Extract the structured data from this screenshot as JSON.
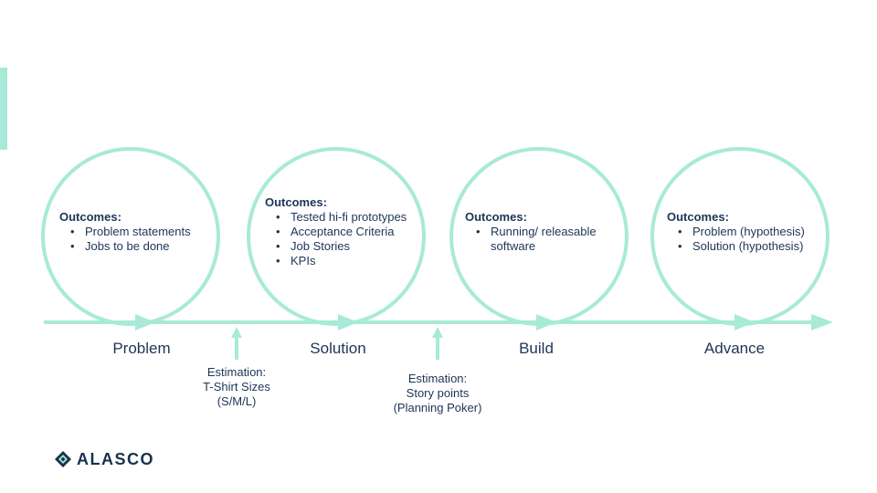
{
  "colors": {
    "accent": "#a7ead7",
    "text": "#1d3557",
    "logo": "#17324d"
  },
  "stages": [
    {
      "label": "Problem",
      "outcomes_heading": "Outcomes:",
      "outcomes": [
        "Problem statements",
        "Jobs to be done"
      ]
    },
    {
      "label": "Solution",
      "outcomes_heading": "Outcomes:",
      "outcomes": [
        "Tested hi-fi prototypes",
        "Acceptance Criteria",
        "Job Stories",
        "KPIs"
      ]
    },
    {
      "label": "Build",
      "outcomes_heading": "Outcomes:",
      "outcomes": [
        "Running/ releasable software"
      ]
    },
    {
      "label": "Advance",
      "outcomes_heading": "Outcomes:",
      "outcomes": [
        "Problem (hypothesis)",
        "Solution (hypothesis)"
      ]
    }
  ],
  "estimations": [
    {
      "lines": [
        "Estimation:",
        "T-Shirt Sizes",
        "(S/M/L)"
      ]
    },
    {
      "lines": [
        "Estimation:",
        "Story points",
        "(Planning Poker)"
      ]
    }
  ],
  "logo": {
    "text": "ALASCO",
    "icon": "alasco-logo-icon"
  }
}
